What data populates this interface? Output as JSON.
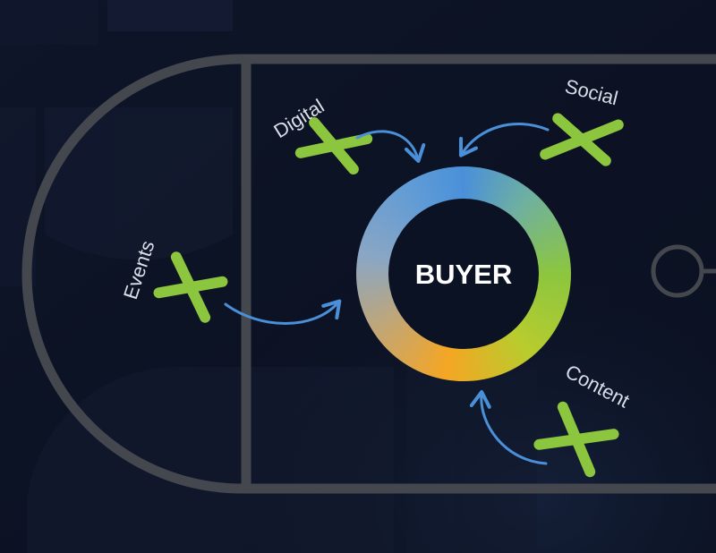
{
  "diagram": {
    "center": {
      "label": "BUYER"
    },
    "channels": [
      {
        "id": "digital",
        "label": "Digital"
      },
      {
        "id": "social",
        "label": "Social"
      },
      {
        "id": "events",
        "label": "Events"
      },
      {
        "id": "content",
        "label": "Content"
      }
    ]
  },
  "colors": {
    "background": "#0b1224",
    "court_lines": "#44474d",
    "marker_green": "#8cc63f",
    "arrow_blue": "#4a90d9",
    "ring_gradient": [
      "#4a90d9",
      "#8cc63f",
      "#f5a623",
      "#8aa6c4"
    ]
  }
}
